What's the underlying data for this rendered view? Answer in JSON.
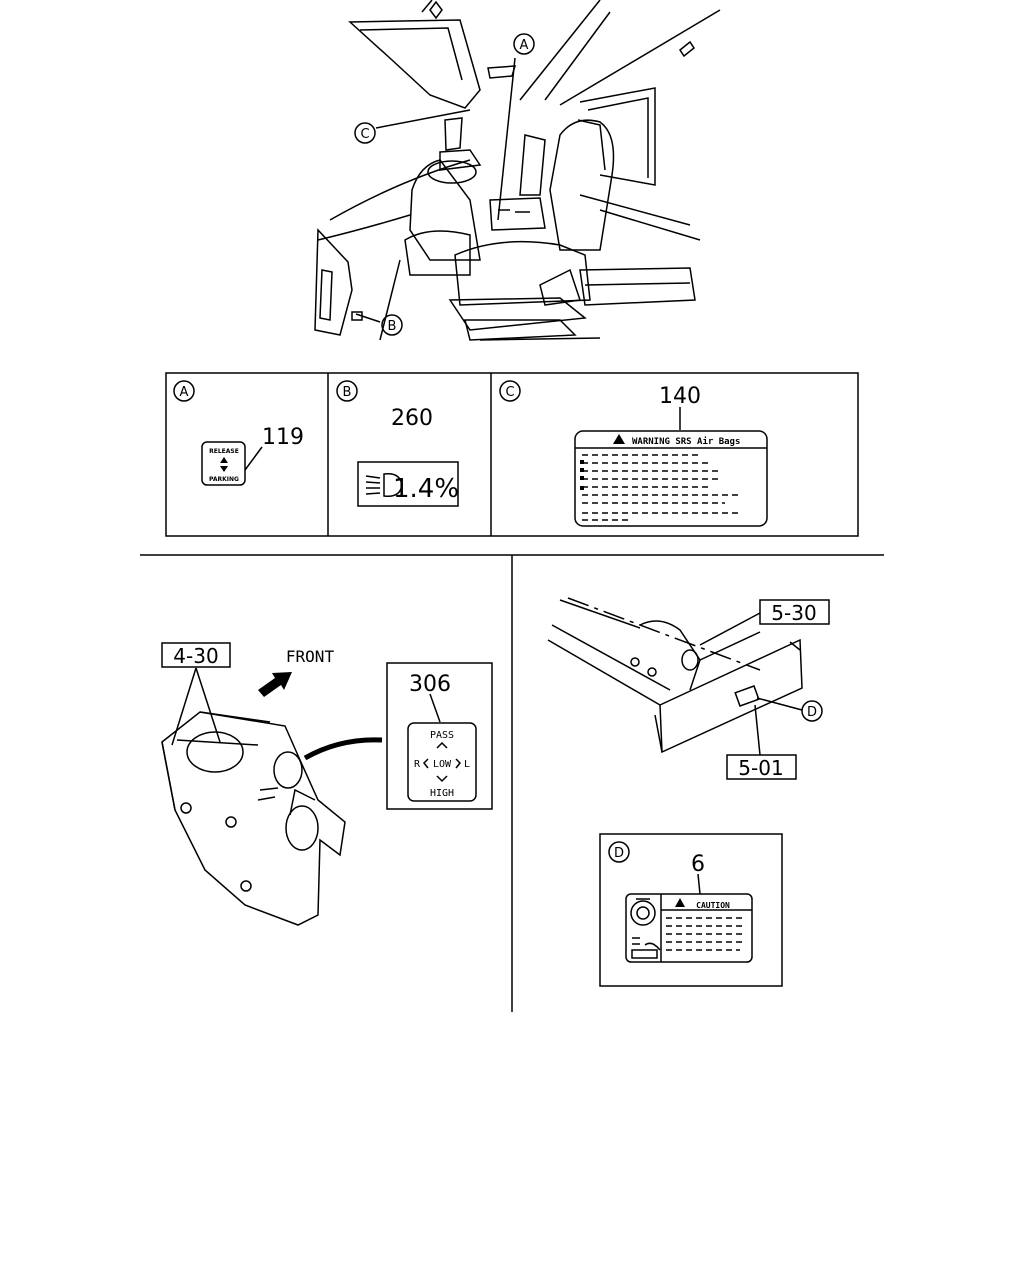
{
  "callouts": {
    "a": "A",
    "b": "B",
    "c": "C",
    "d": "D"
  },
  "panel_a": {
    "part_no": "119",
    "label_top": "RELEASE",
    "label_bottom": "PARKING"
  },
  "panel_b": {
    "part_no": "260",
    "value": "1.4%"
  },
  "panel_c": {
    "part_no": "140",
    "warning_text": "WARNING SRS Air Bags"
  },
  "bottom_left": {
    "ref": "4-30",
    "front_label": "FRONT",
    "part_no": "306",
    "pass": "PASS",
    "left_letter": "R",
    "low": "LOW",
    "right_letter": "L",
    "high": "HIGH"
  },
  "bottom_right": {
    "ref_top": "5-30",
    "ref_bottom": "5-01"
  },
  "panel_d": {
    "part_no": "6",
    "caution_text": "CAUTION"
  }
}
